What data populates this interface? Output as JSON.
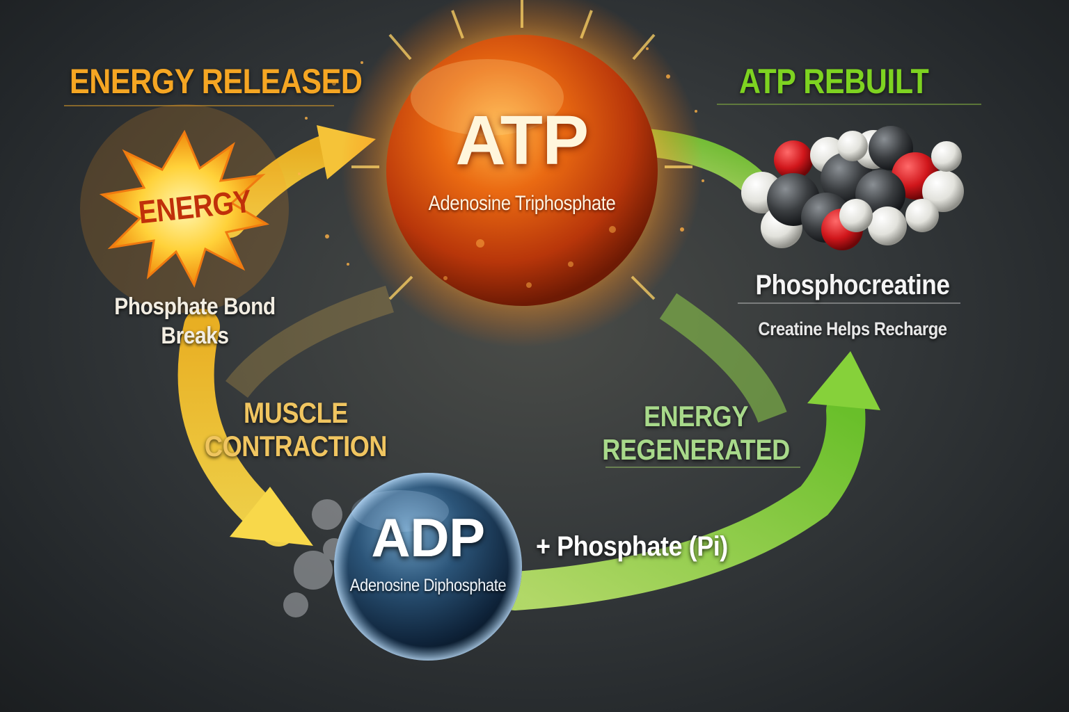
{
  "headers": {
    "left": "ENERGY RELEASED",
    "right": "ATP REBUILT"
  },
  "atp": {
    "title": "ATP",
    "subtitle": "Adenosine Triphosphate"
  },
  "adp": {
    "title": "ADP",
    "subtitle": "Adenosine Diphosphate"
  },
  "energy_burst": {
    "label": "ENERGY",
    "caption": "Phosphate Bond Breaks"
  },
  "arrows": {
    "left_label": "MUSCLE CONTRACTION",
    "right_label": "ENERGY REGENERATED",
    "bottom_label": "+ Phosphate (Pi)"
  },
  "phosphocreatine": {
    "title": "Phosphocreatine",
    "caption": "Creatine Helps Recharge"
  },
  "colors": {
    "energy": "#f5a623",
    "rebuilt": "#7ed321",
    "atp_orb": "#d9480f",
    "adp_orb": "#1e3a5f",
    "oxygen_atom": "#d0161b",
    "carbon_atom": "#3a3d40",
    "hydrogen_atom": "#e6e6e0"
  }
}
